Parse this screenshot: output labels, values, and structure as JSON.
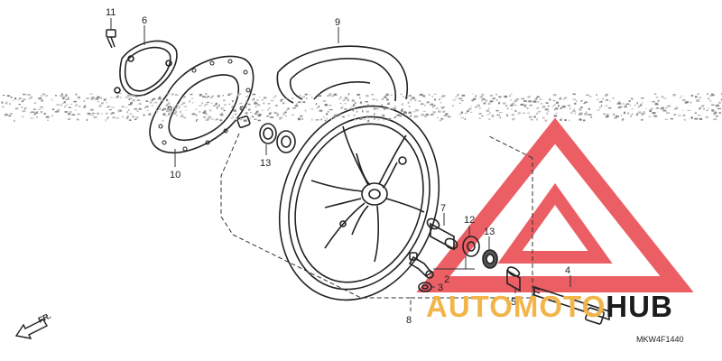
{
  "diagram": {
    "callouts": {
      "c11": "11",
      "c6": "6",
      "c9": "9",
      "c10": "10",
      "c13a": "13",
      "c7": "7",
      "c12": "12",
      "c13b": "13",
      "c2": "2",
      "c3": "3",
      "c4": "4",
      "c5": "5",
      "c8": "8"
    },
    "direction_label": "FR.",
    "diagram_code": "MKW4F1440"
  },
  "watermark": {
    "brand_part1": "AUTOMOTO",
    "brand_part2": "HUB",
    "color_part1": "#f2b54a",
    "color_part2": "#1c1c1c",
    "logo_color": "#e8434a"
  }
}
